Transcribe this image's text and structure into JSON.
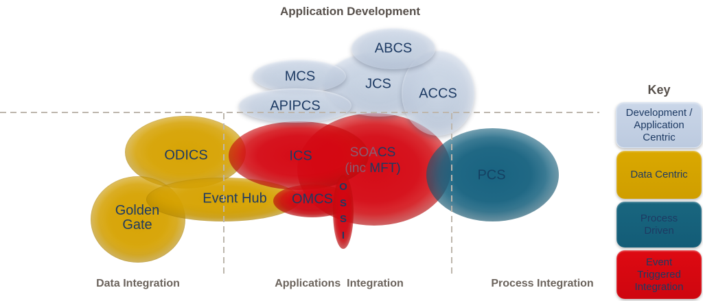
{
  "title": "Application Development",
  "regions": {
    "data": "Data Integration",
    "apps": "Applications  Integration",
    "process": "Process Integration"
  },
  "bubbles": {
    "abcs": "ABCS",
    "mcs": "MCS",
    "jcs": "JCS",
    "accs": "ACCS",
    "apipcs": "APIPCS",
    "odics": "ODICS",
    "golden_gate_line1": "Golden",
    "golden_gate_line2": "Gate",
    "event_hub": "Event Hub",
    "ics": "ICS",
    "omcs": "OMCS",
    "pcs": "PCS",
    "soacs_muted": "SOA",
    "soacs_strong": "CS",
    "soacs_l2_muted": "(inc ",
    "soacs_l2_strong": "MFT)",
    "ossi_letters": [
      "O",
      "S",
      "S",
      "I"
    ]
  },
  "key": {
    "title": "Key",
    "items": [
      {
        "id": "development-application-centric",
        "lines": [
          "Development /",
          "Application",
          "Centric"
        ]
      },
      {
        "id": "data-centric",
        "lines": [
          "Data Centric"
        ]
      },
      {
        "id": "process-driven",
        "lines": [
          "Process",
          "Driven"
        ]
      },
      {
        "id": "event-triggered-integration",
        "lines": [
          "Event",
          "Triggered",
          "Integration"
        ]
      }
    ]
  },
  "colors": {
    "yellow": "#D5A100",
    "red": "#D40712",
    "teal": "#15607E",
    "light_blue": "#BFCDE0",
    "navy_text": "#1D3A63",
    "gray_label": "#6B635C"
  }
}
